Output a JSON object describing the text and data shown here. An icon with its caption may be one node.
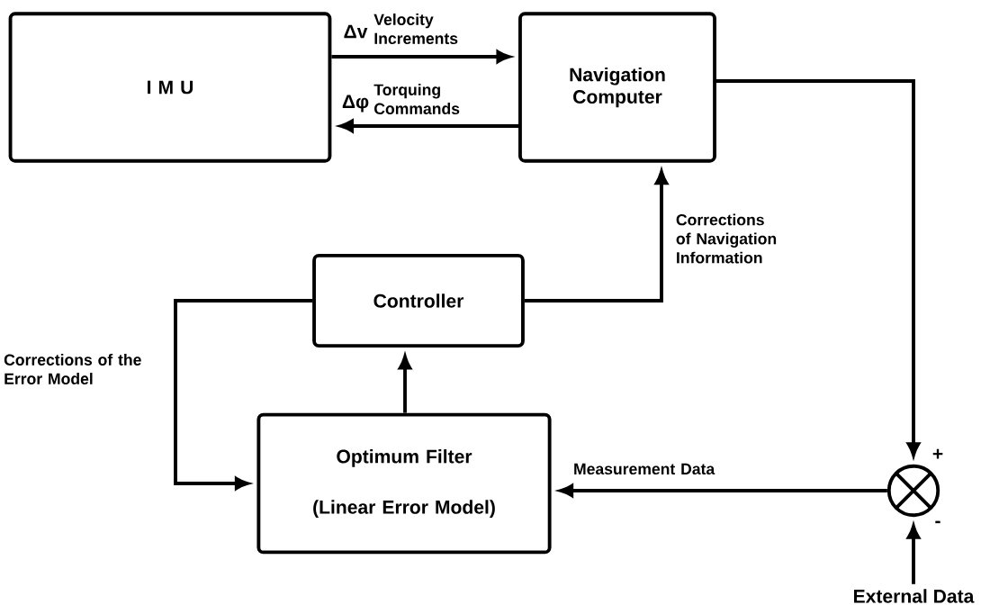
{
  "diagram": {
    "nodes": [
      {
        "text": [
          "I M U"
        ]
      },
      {
        "text": [
          "Navigation Computer"
        ]
      },
      {
        "text": [
          "Controller"
        ]
      },
      {
        "text": [
          "Optimum Filter",
          "(Linear Error Model)"
        ]
      },
      {
        "text": [],
        "shape": "circle",
        "beside": [
          "+",
          "-"
        ]
      },
      {
        "text": [
          "External Data"
        ]
      }
    ],
    "edges": [
      {
        "from": 0,
        "to": 1,
        "arrow": "to",
        "label": "Velocity Increments"
      },
      {
        "from": 1,
        "to": 0,
        "arrow": "to",
        "label": "Torquing Commands"
      },
      {
        "from": 2,
        "to": 1,
        "arrow": "to",
        "label": "Corrections of Navigation Information"
      },
      {
        "from": 3,
        "to": 2,
        "arrow": "to"
      },
      {
        "from": 2,
        "to": 3,
        "arrow": "to",
        "label": "Corrections of the Error Model"
      },
      {
        "from": 1,
        "to": 4,
        "arrow": "to"
      },
      {
        "from": 5,
        "to": 4,
        "arrow": "to"
      },
      {
        "from": 4,
        "to": 3,
        "arrow": "to",
        "label": "Measurement Data"
      }
    ],
    "labels": [
      "Δv",
      "Δφ"
    ]
  }
}
